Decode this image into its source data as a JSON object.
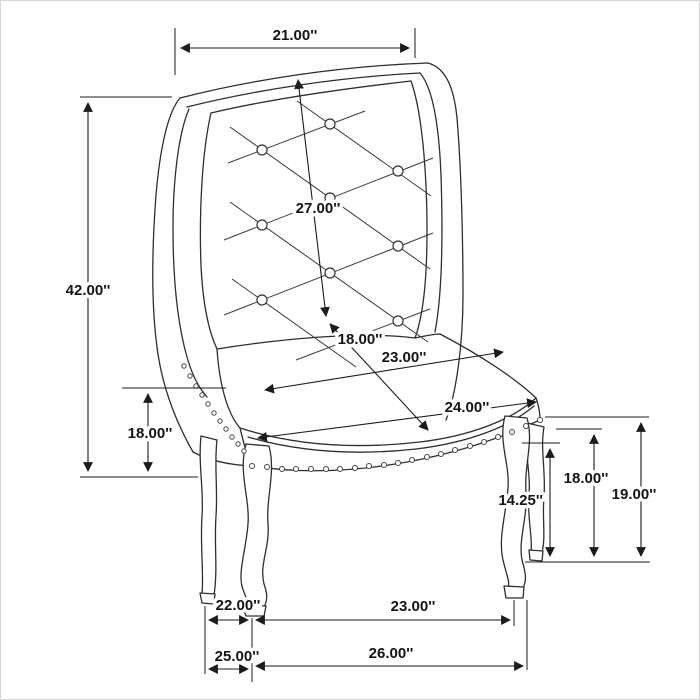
{
  "diagram": {
    "subject": "tufted-wingback-dining-chair-dimension-drawing",
    "line_color": "#2e2e2e",
    "background": "#ffffff",
    "dims": {
      "top_width": "21.00''",
      "overall_height": "42.00''",
      "back_height": "27.00''",
      "seat_depth": "18.00''",
      "seat_width_back": "23.00''",
      "seat_width_front": "24.00''",
      "seat_height": "18.00''",
      "leg_height_front": "14.25''",
      "floor_to_rail": "18.00''",
      "floor_to_seat": "19.00''",
      "base_depth_left": "22.00''",
      "base_width_front": "23.00''",
      "base_depth_total": "25.00''",
      "base_width_total": "26.00''"
    }
  }
}
